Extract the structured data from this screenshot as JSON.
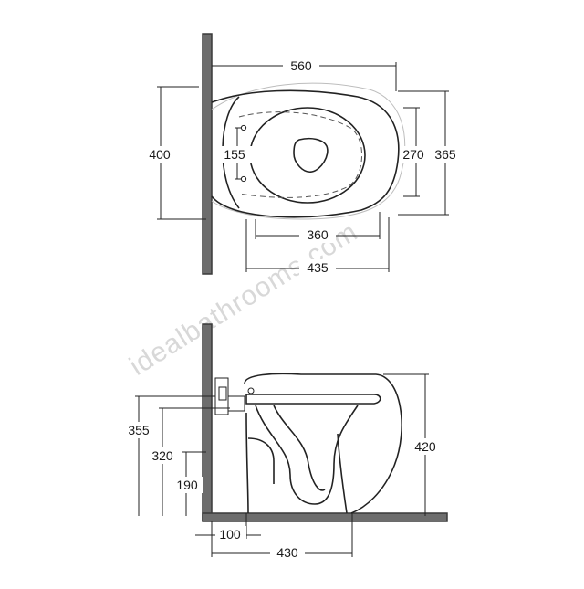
{
  "watermark": "idealbathrooms.com",
  "top_view": {
    "dimensions": {
      "overall_length": "560",
      "overall_width": "400",
      "fixing_spacing": "155",
      "seat_width": "270",
      "bowl_width": "365",
      "seat_length": "360",
      "bowl_length": "435"
    }
  },
  "side_view": {
    "dimensions": {
      "height_top": "355",
      "height_inlet": "320",
      "height_outlet": "190",
      "rim_height": "420",
      "outlet_offset": "100",
      "projection": "430"
    }
  }
}
